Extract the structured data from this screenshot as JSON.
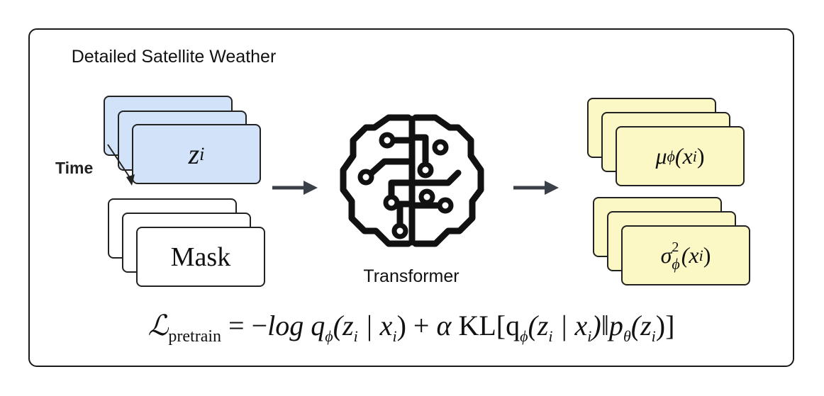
{
  "input": {
    "title": "Detailed Satellite Weather",
    "stack_label": "z",
    "stack_label_sub": "i",
    "time_label": "Time",
    "mask_label": "Mask"
  },
  "model": {
    "label": "Transformer",
    "icon": "brain-circuit-icon"
  },
  "outputs": {
    "mean_label": "μ",
    "mean_sub": "ϕ",
    "mean_arg": "(x",
    "mean_arg_sub": "i",
    "mean_close": ")",
    "var_label": "σ",
    "var_sup": "2",
    "var_sub": "ϕ",
    "var_arg": "(x",
    "var_arg_sub": "i",
    "var_close": ")"
  },
  "formula": {
    "loss": "ℒ",
    "loss_sub": "pretrain",
    "rhs_1": " = −",
    "log": "log q",
    "phi": "ϕ",
    "arg_1": "(z",
    "i1": "i",
    "given_1": " | x",
    "i2": "i",
    "plus": ") + ",
    "alpha": "α",
    "kl": " KL[q",
    "phi2": "ϕ",
    "arg_2": "(z",
    "i3": "i",
    "given_2": " | x",
    "i4": "i",
    "norm": ")‖p",
    "theta": "θ",
    "arg_3": "(z",
    "i5": "i",
    "close": ")]"
  },
  "colors": {
    "input_fill": "#d2e3f9",
    "mask_fill": "#ffffff",
    "output_fill": "#fbf8c6",
    "arrow": "#3b3f47",
    "stroke": "#1a1a1a"
  }
}
